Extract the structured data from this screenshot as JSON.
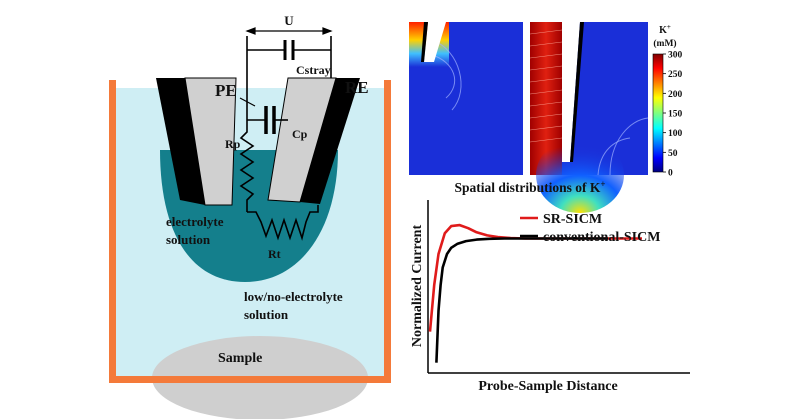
{
  "schematic": {
    "voltage_label": "U",
    "cstray_label": "Cstray",
    "pe_label": "PE",
    "re_label": "RE",
    "rp_label": "Rp",
    "cp_label": "Cp",
    "rt_label": "Rt",
    "electrolyte_line1": "electrolyte",
    "electrolyte_line2": "solution",
    "bath_line1": "low/no-electrolyte",
    "bath_line2": "solution",
    "sample_label": "Sample",
    "colors": {
      "container": "#f47a3a",
      "bath": "#cfeef4",
      "electrolyte_drop": "#147f8c",
      "sample": "#cfcfcf",
      "probe_body": "#d0d0d0",
      "probe_wall": "#000000"
    }
  },
  "simulation": {
    "caption": "Spatial distributions of K",
    "caption_superscript": "+",
    "colorbar_label_ion": "K",
    "colorbar_label_superscript": "+",
    "colorbar_unit": "(mM)",
    "colorbar_ticks": [
      "300",
      "250",
      "200",
      "150",
      "100",
      "50",
      "0"
    ],
    "colormap": "jet",
    "range": [
      0,
      300
    ]
  },
  "plot": {
    "legend": [
      {
        "label": "SR-SICM",
        "color": "#e01b1b"
      },
      {
        "label": "conventional-SICM",
        "color": "#000000"
      }
    ],
    "xlabel": "Probe-Sample Distance",
    "ylabel": "Normalized Current"
  },
  "chart_data": {
    "type": "line",
    "xlabel": "Probe-Sample Distance",
    "ylabel": "Normalized Current",
    "grid": false,
    "legend_position": "top-right",
    "series": [
      {
        "name": "SR-SICM",
        "color": "#e01b1b",
        "x": [
          0,
          0.02,
          0.04,
          0.07,
          0.1,
          0.14,
          0.18,
          0.22,
          0.27,
          0.32,
          0.38,
          0.45,
          0.55,
          0.7,
          0.85,
          1.0
        ],
        "y": [
          0.1,
          0.55,
          0.85,
          1.05,
          1.12,
          1.13,
          1.1,
          1.06,
          1.03,
          1.015,
          1.005,
          1.0,
          1.0,
          1.0,
          1.0,
          1.0
        ]
      },
      {
        "name": "conventional-SICM",
        "color": "#000000",
        "x": [
          0.03,
          0.04,
          0.05,
          0.06,
          0.08,
          0.1,
          0.13,
          0.17,
          0.22,
          0.28,
          0.35,
          0.45,
          0.6,
          0.75,
          0.84
        ],
        "y": [
          -0.2,
          0.3,
          0.55,
          0.72,
          0.85,
          0.91,
          0.95,
          0.975,
          0.99,
          0.997,
          1.0,
          1.0,
          1.0,
          1.0,
          1.0
        ]
      }
    ]
  }
}
